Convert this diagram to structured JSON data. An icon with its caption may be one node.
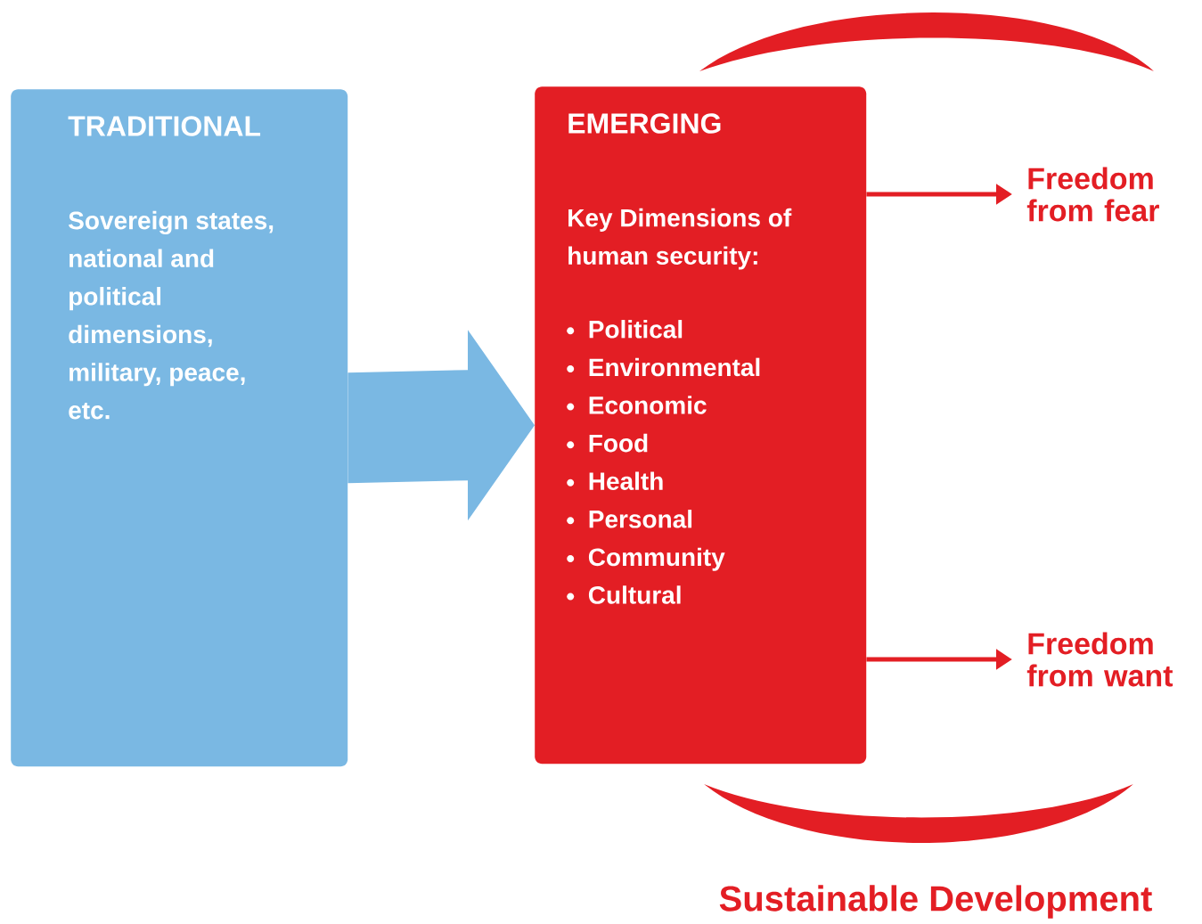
{
  "diagram": {
    "nodes": [
      {
        "text": [
          "TRADITIONAL",
          "Sovereign states, national and political dimensions, military, peace, etc."
        ]
      },
      {
        "text": [
          "EMERGING",
          "Key Dimensions of human security:",
          "Political",
          "Environmental",
          "Economic",
          "Food",
          "Health",
          "Personal",
          "Community",
          "Cultural"
        ]
      },
      {
        "text": [
          "Freedom from fear"
        ]
      },
      {
        "text": [
          "Freedom from want"
        ]
      }
    ],
    "edges": [
      {
        "from": 0,
        "to": 1,
        "arrow": "to",
        "style": "thick",
        "color": "#7ab8e3"
      },
      {
        "from": 1,
        "to": 2,
        "arrow": "to"
      },
      {
        "from": 1,
        "to": 3,
        "arrow": "to"
      }
    ],
    "labels": [
      "Sustainable Development"
    ]
  }
}
